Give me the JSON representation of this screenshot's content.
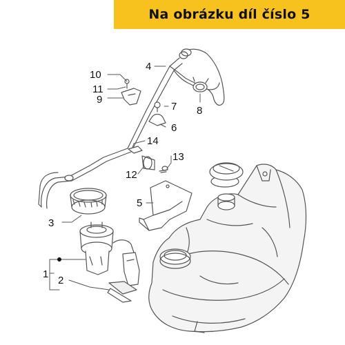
{
  "banner": {
    "text": "Na obrázku díl číslo 5",
    "color": "#f7c21d"
  },
  "diagram": {
    "line_color": "#555555",
    "callouts": [
      {
        "id": "c10",
        "label": "10"
      },
      {
        "id": "c4",
        "label": "4"
      },
      {
        "id": "c11",
        "label": "11"
      },
      {
        "id": "c9",
        "label": "9"
      },
      {
        "id": "c7",
        "label": "7"
      },
      {
        "id": "c8",
        "label": "8"
      },
      {
        "id": "c6",
        "label": "6"
      },
      {
        "id": "c14",
        "label": "14"
      },
      {
        "id": "c13",
        "label": "13"
      },
      {
        "id": "c12",
        "label": "12"
      },
      {
        "id": "c5",
        "label": "5"
      },
      {
        "id": "c3",
        "label": "3"
      },
      {
        "id": "c1",
        "label": "1"
      },
      {
        "id": "c2",
        "label": "2"
      }
    ]
  }
}
